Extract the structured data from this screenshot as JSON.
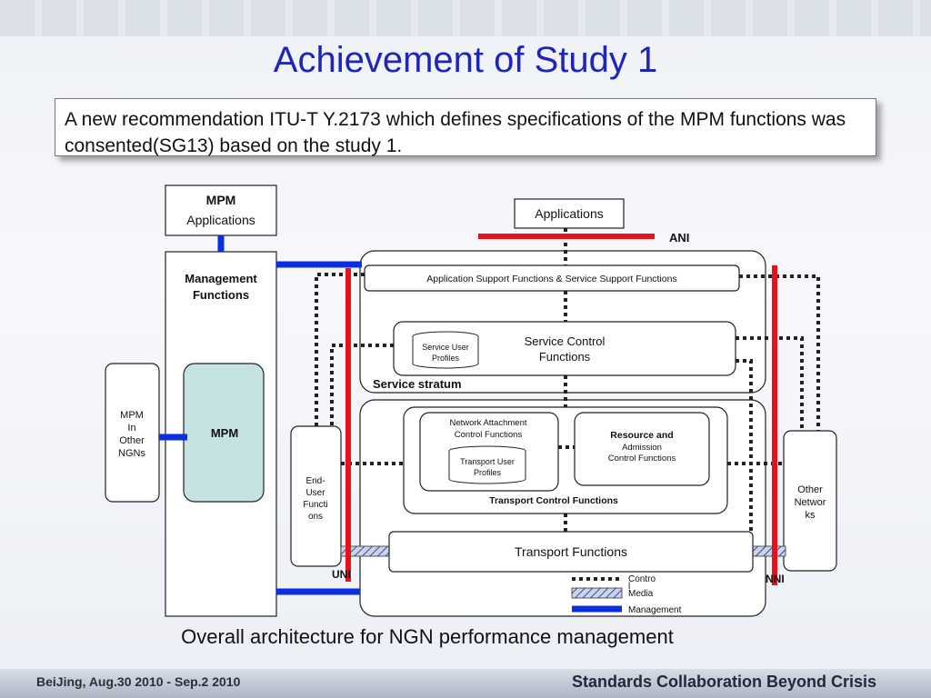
{
  "header": {
    "title": "Achievement of Study 1"
  },
  "callout": {
    "text": "A new recommendation ITU-T Y.2173 which defines specifications of the MPM functions was consented(SG13) based on the study 1."
  },
  "diagram": {
    "mpm_applications": [
      "MPM",
      "Applications"
    ],
    "management_functions": [
      "Management",
      "Functions"
    ],
    "mpm": "MPM",
    "mpm_other_ngns": [
      "MPM",
      "In",
      "Other",
      "NGNs"
    ],
    "applications": "Applications",
    "ani": "ANI",
    "app_support": "Application Support Functions & Service Support Functions",
    "service_user_profiles": [
      "Service User",
      "Profiles"
    ],
    "service_control": [
      "Service Control",
      "Functions"
    ],
    "service_stratum": "Service stratum",
    "network_attachment": [
      "Network Attachment",
      "Control Functions"
    ],
    "transport_user_profiles": [
      "Transport User",
      "Profiles"
    ],
    "resource_admission": [
      "Resource and",
      "Admission",
      "Control Functions"
    ],
    "transport_control": "Transport Control Functions",
    "end_user": [
      "End-",
      "User",
      "Functi",
      "ons"
    ],
    "other_networks": [
      "Other",
      "Networ",
      "ks"
    ],
    "transport_functions": "Transport  Functions",
    "uni": "UNI",
    "nni": "NNI",
    "legend": {
      "control": [
        "Contro",
        "l"
      ],
      "media": "Media",
      "management": "Management"
    }
  },
  "caption": "Overall architecture for NGN performance management",
  "footer": {
    "left": "BeiJing,   Aug.30 2010 - Sep.2  2010",
    "right": "Standards Collaboration Beyond Crisis"
  },
  "colors": {
    "title": "#1d26b8",
    "management_line": "#0a2ee0",
    "red_line": "#e8101a",
    "mpm_fill": "#c5e3e3"
  }
}
